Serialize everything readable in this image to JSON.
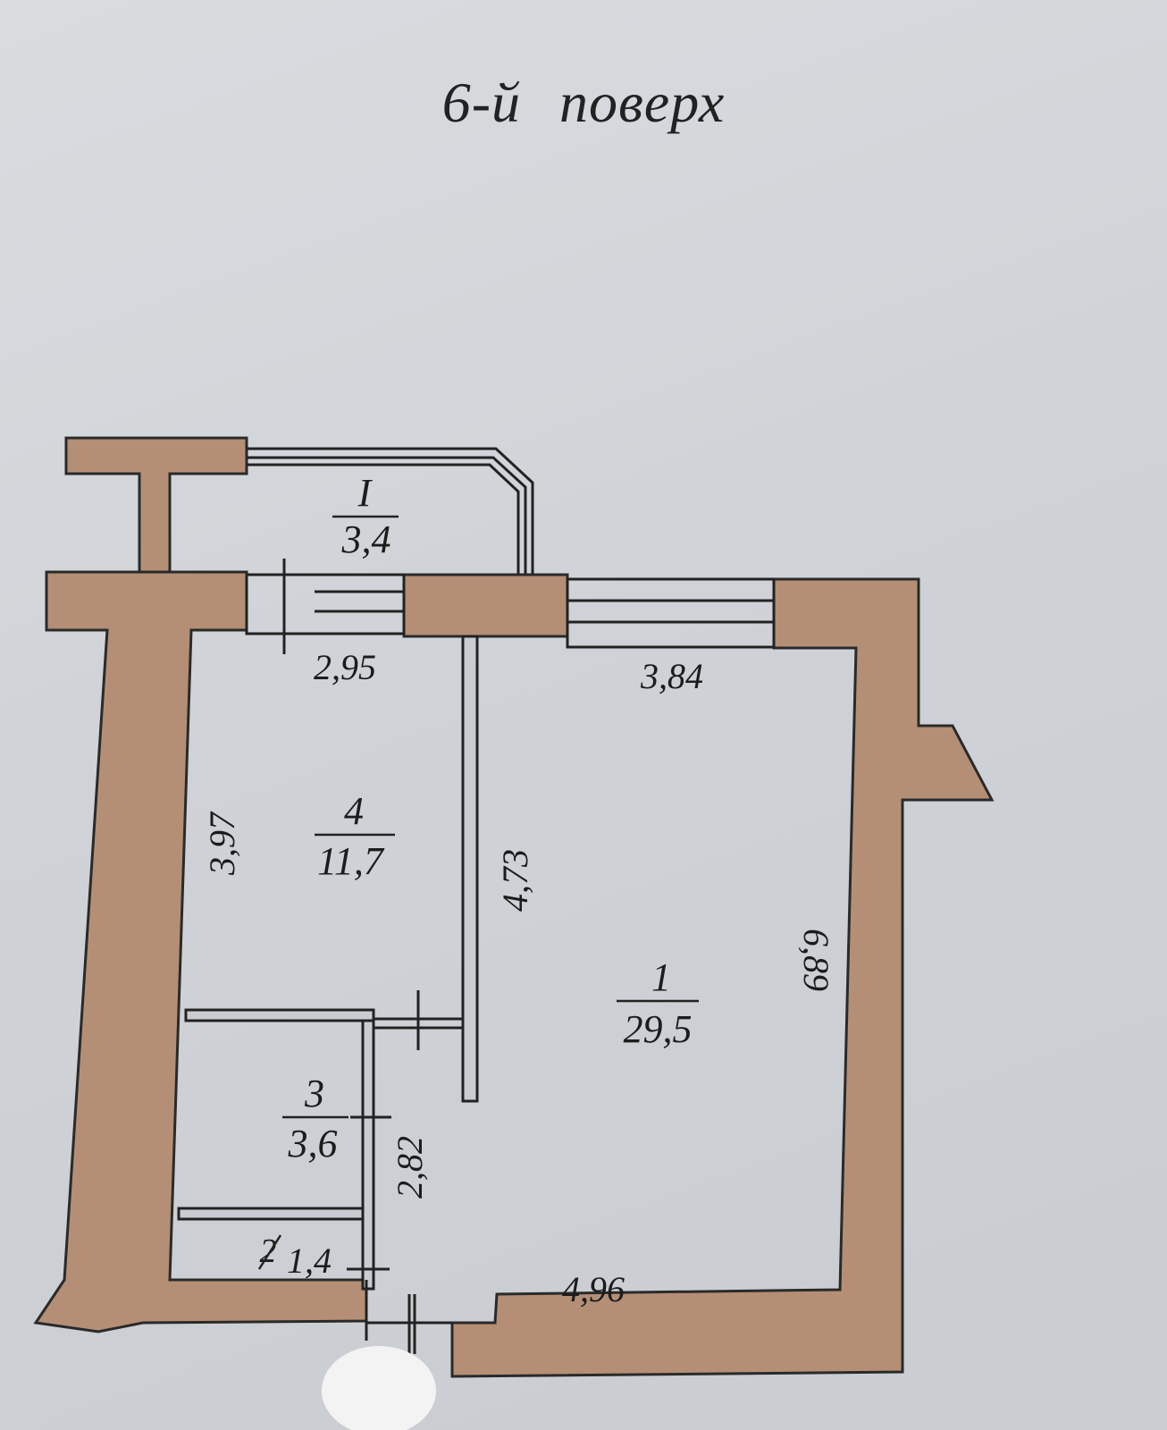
{
  "plan": {
    "title": "6-й поверх",
    "wall_color": "#b48f75",
    "rooms": [
      {
        "number": "I",
        "area": "3,4"
      },
      {
        "number": "1",
        "area": "29,5"
      },
      {
        "number": "2",
        "area": "1,4"
      },
      {
        "number": "3",
        "area": "3,6"
      },
      {
        "number": "4",
        "area": "11,7"
      }
    ],
    "dimensions": {
      "room4_width": "2,95",
      "room4_height": "3,97",
      "room1_top_width": "3,84",
      "partition_length": "4,73",
      "room1_height": "6,89",
      "room1_bottom_width": "4,96",
      "bath_height": "2,82"
    }
  }
}
